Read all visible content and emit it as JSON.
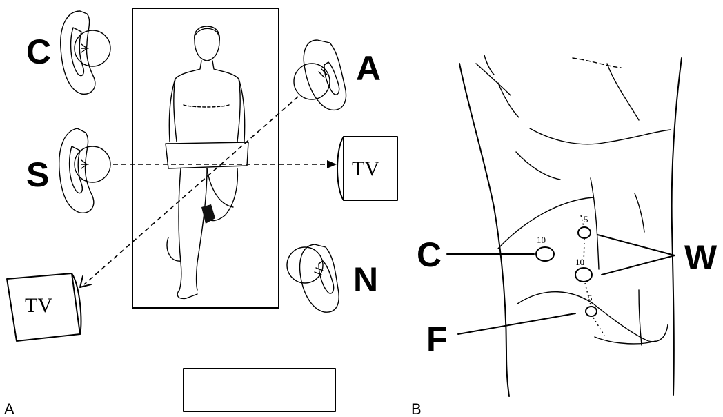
{
  "panel_a": {
    "label": "A",
    "staff": {
      "c": "C",
      "a": "A",
      "s": "S",
      "n": "N"
    },
    "monitor_right": "TV",
    "monitor_left": "TV"
  },
  "panel_b": {
    "label": "B",
    "callouts": {
      "c": "C",
      "w": "W",
      "f": "F"
    },
    "port_sizes": {
      "camera": "10",
      "upper": "5",
      "middle": "10",
      "lower": "5"
    }
  }
}
